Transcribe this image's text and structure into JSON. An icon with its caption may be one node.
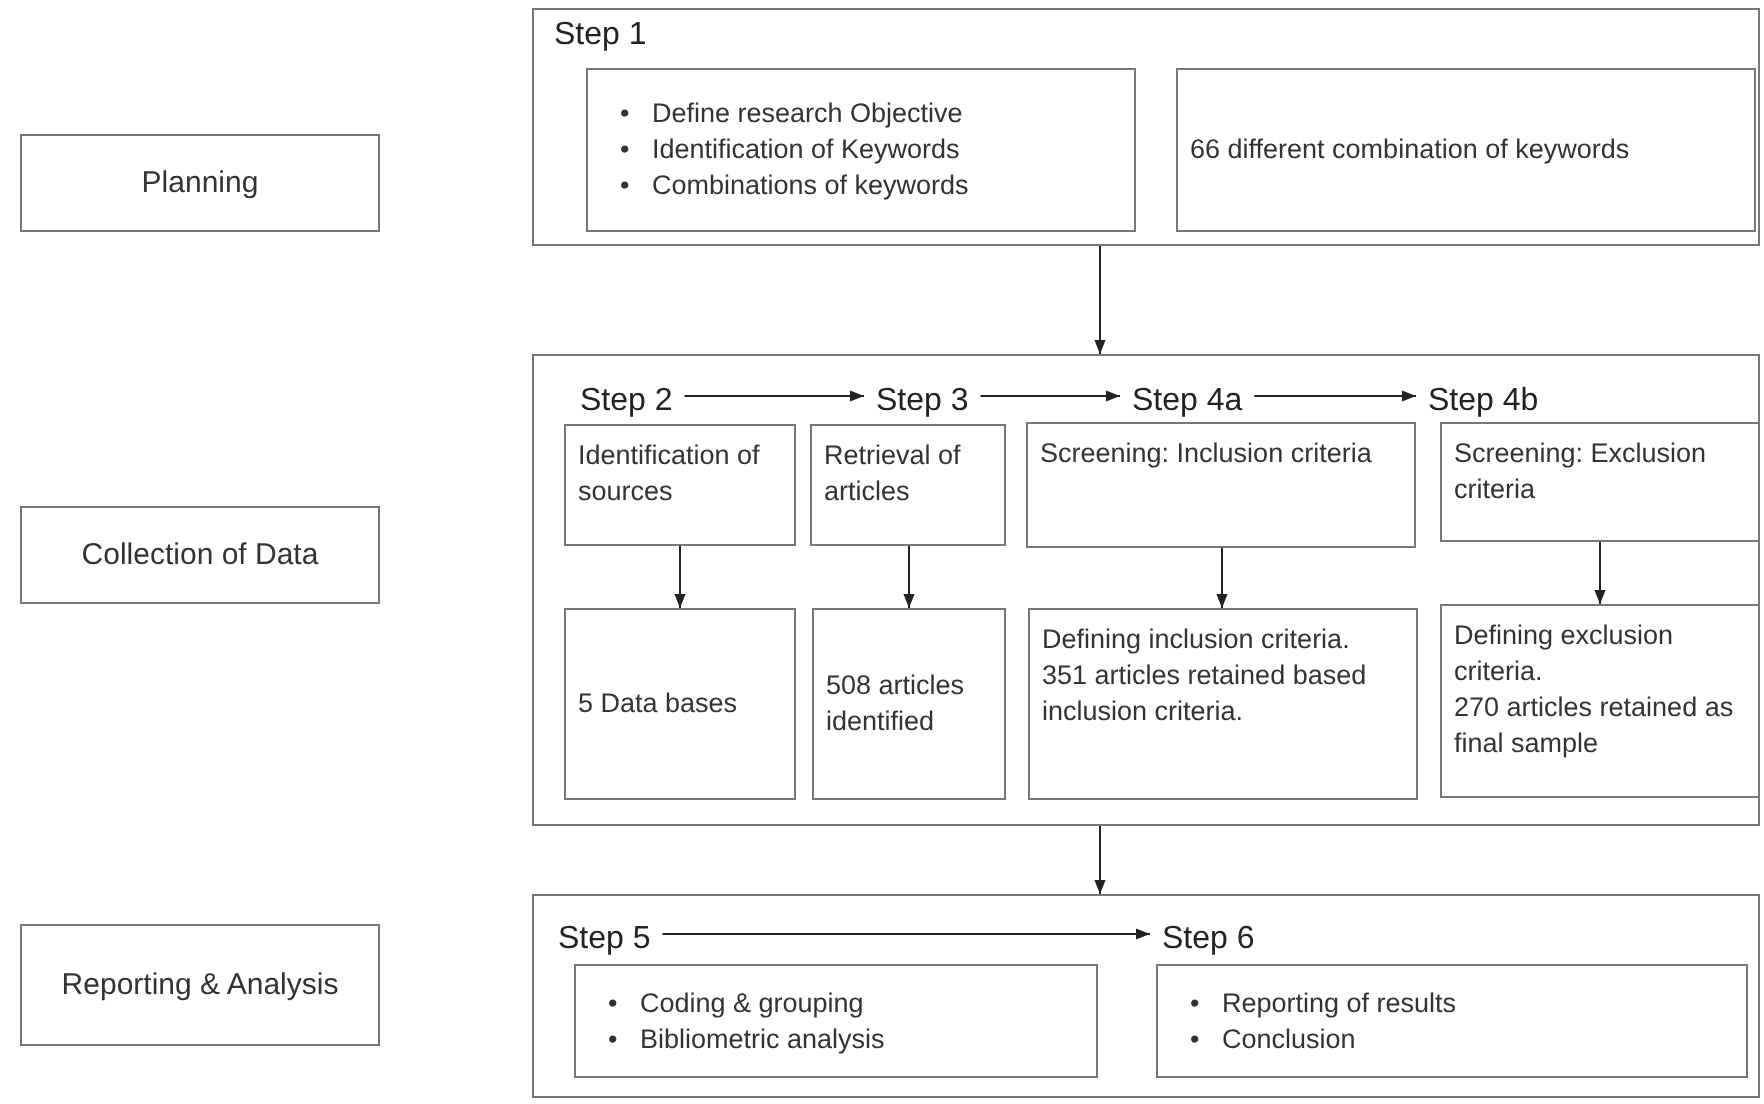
{
  "diagram": {
    "nodes": [
      {
        "text": [
          "Planning"
        ]
      },
      {
        "text": [
          "Step 1"
        ]
      },
      {
        "text": [
          "•   Define research Objective",
          "•   Identification of Keywords",
          "•   Combinations of keywords"
        ],
        "in": 1
      },
      {
        "text": [
          "66 different combination of keywords"
        ],
        "in": 1
      },
      {
        "text": [
          "Collection of Data"
        ]
      },
      {
        "text": [],
        "shape": "box"
      },
      {
        "text": [
          "Step 2"
        ],
        "in": 5
      },
      {
        "text": [
          "Step 3"
        ],
        "in": 5
      },
      {
        "text": [
          "Step 4a"
        ],
        "in": 5
      },
      {
        "text": [
          "Step 4b"
        ],
        "in": 5
      },
      {
        "text": [
          "Identification of sources"
        ],
        "in": 5
      },
      {
        "text": [
          "Retrieval of articles"
        ],
        "in": 5
      },
      {
        "text": [
          "Screening: Inclusion criteria"
        ],
        "in": 5
      },
      {
        "text": [
          "Screening: Exclusion criteria"
        ],
        "in": 5
      },
      {
        "text": [
          "5 Data bases"
        ],
        "in": 5
      },
      {
        "text": [
          "508 articles identified"
        ],
        "in": 5
      },
      {
        "text": [
          "Defining inclusion criteria.",
          "351 articles retained based inclusion criteria."
        ],
        "in": 5
      },
      {
        "text": [
          "Defining exclusion criteria.",
          "270 articles retained as final sample"
        ],
        "in": 5
      },
      {
        "text": [
          "Reporting & Analysis"
        ]
      },
      {
        "text": [],
        "shape": "box"
      },
      {
        "text": [
          "Step 5"
        ],
        "in": 19
      },
      {
        "text": [
          "Step 6"
        ],
        "in": 19
      },
      {
        "text": [
          "•   Coding & grouping",
          "•   Bibliometric analysis"
        ],
        "in": 19
      },
      {
        "text": [
          "•   Reporting of results",
          "•   Conclusion"
        ],
        "in": 19
      }
    ],
    "edges": [
      {
        "from": 1,
        "to": 5,
        "arrow": "to"
      },
      {
        "from": 6,
        "to": 7,
        "arrow": "to"
      },
      {
        "from": 7,
        "to": 8,
        "arrow": "to"
      },
      {
        "from": 8,
        "to": 9,
        "arrow": "to"
      },
      {
        "from": 10,
        "to": 14,
        "arrow": "to"
      },
      {
        "from": 11,
        "to": 15,
        "arrow": "to"
      },
      {
        "from": 12,
        "to": 16,
        "arrow": "to"
      },
      {
        "from": 13,
        "to": 17,
        "arrow": "to"
      },
      {
        "from": 5,
        "to": 19,
        "arrow": "to"
      },
      {
        "from": 20,
        "to": 21,
        "arrow": "to"
      }
    ]
  }
}
